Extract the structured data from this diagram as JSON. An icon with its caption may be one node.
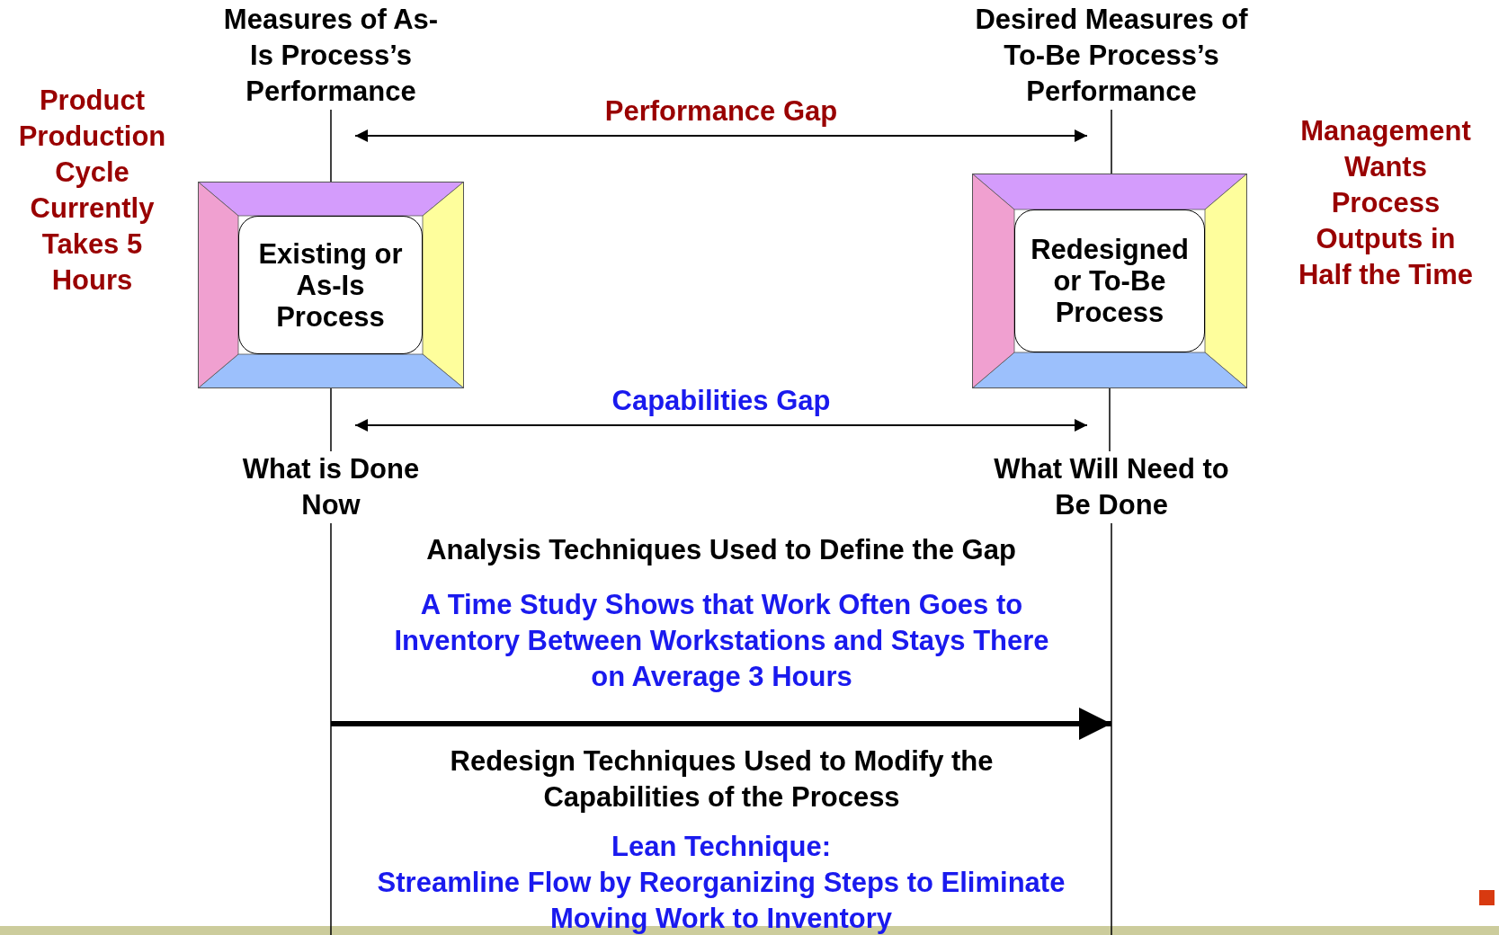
{
  "diagram": {
    "nodes": [
      {
        "text": [
          "Measures of As-Is Process’s Performance"
        ]
      },
      {
        "text": [
          "Existing or As-Is Process"
        ]
      },
      {
        "text": [
          "What is Done Now"
        ]
      },
      {
        "text": [
          "Desired Measures of To-Be Process’s Performance"
        ]
      },
      {
        "text": [
          "Redesigned or To-Be Process"
        ]
      },
      {
        "text": [
          "What Will Need to Be Done"
        ]
      }
    ],
    "edges": [
      {
        "from": 0,
        "to": 1,
        "arrow": "none"
      },
      {
        "from": 1,
        "to": 2,
        "arrow": "none"
      },
      {
        "from": 3,
        "to": 4,
        "arrow": "none"
      },
      {
        "from": 4,
        "to": 5,
        "arrow": "none"
      },
      {
        "from": 2,
        "to": null,
        "arrow": "none"
      },
      {
        "from": 5,
        "to": null,
        "arrow": "none"
      },
      {
        "from": 0,
        "to": 3,
        "arrow": "both",
        "label": "Performance Gap"
      },
      {
        "from": 2,
        "to": 5,
        "arrow": "both",
        "label": "Capabilities Gap"
      }
    ],
    "labels": [
      "Product Production Cycle Currently Takes 5 Hours",
      "Management Wants Process Outputs in Half the Time",
      "Analysis Techniques Used to Define the Gap",
      "A Time Study Shows that Work Often Goes to Inventory Between Workstations and Stays There on Average 3 Hours",
      "Redesign Techniques Used to Modify the Capabilities of the Process",
      "Lean Technique:",
      "Streamline Flow by Reorganizing Steps to Eliminate Moving Work to Inventory"
    ]
  }
}
